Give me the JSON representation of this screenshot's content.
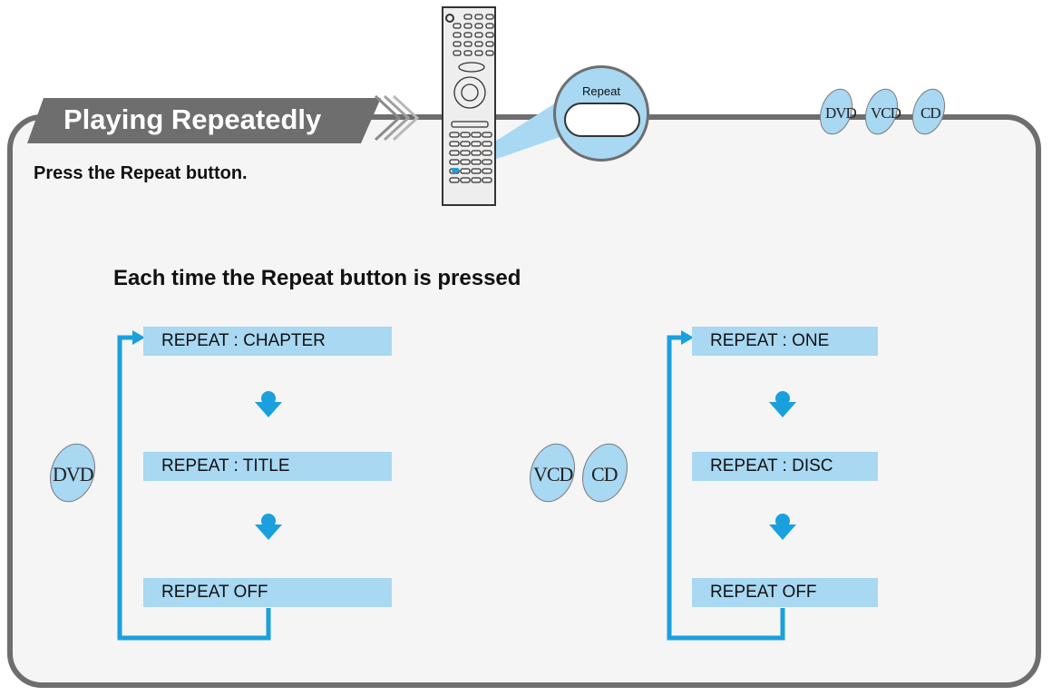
{
  "header": {
    "title": "Playing Repeatedly",
    "disc_badges": [
      "DVD",
      "VCD",
      "CD"
    ]
  },
  "remote": {
    "callout_label": "Repeat"
  },
  "instruction": "Press the Repeat button.",
  "subheading": "Each time the Repeat button is pressed",
  "flows": [
    {
      "discs": [
        "DVD"
      ],
      "steps": [
        "REPEAT : CHAPTER",
        "REPEAT : TITLE",
        "REPEAT OFF"
      ]
    },
    {
      "discs": [
        "VCD",
        "CD"
      ],
      "steps": [
        "REPEAT : ONE",
        "REPEAT : DISC",
        "REPEAT OFF"
      ]
    }
  ],
  "colors": {
    "accent": "#a8d8f2",
    "arrow": "#1aa0dc",
    "frame": "#6e6e6e",
    "panel": "#f5f5f5"
  }
}
